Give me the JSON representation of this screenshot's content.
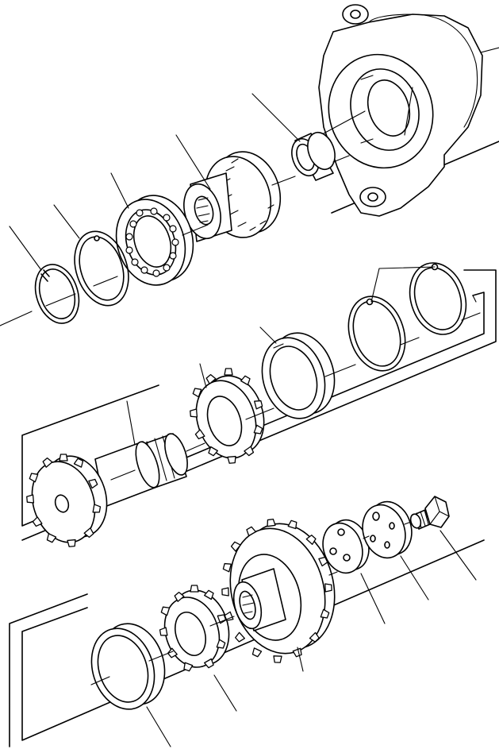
{
  "diagram": {
    "type": "exploded-parts-view",
    "labels": [],
    "colors": {
      "line": "#000000",
      "background": "#ffffff"
    },
    "groups": [
      {
        "id": "top-shaft-assembly",
        "parts": [
          "snap-ring-small",
          "snap-ring-large",
          "ball-bearing",
          "spline-gear",
          "needle-bearing",
          "bearing-housing"
        ]
      },
      {
        "id": "middle-shaft-assembly",
        "parts": [
          "splined-gear-shaft",
          "spur-gear",
          "bearing-cup",
          "snap-ring",
          "snap-ring"
        ]
      },
      {
        "id": "bottom-gear-assembly",
        "parts": [
          "bearing-cup",
          "tapered-roller-bearing",
          "large-spur-gear",
          "thrust-washer",
          "retainer-plate",
          "hex-bolt"
        ]
      }
    ]
  }
}
